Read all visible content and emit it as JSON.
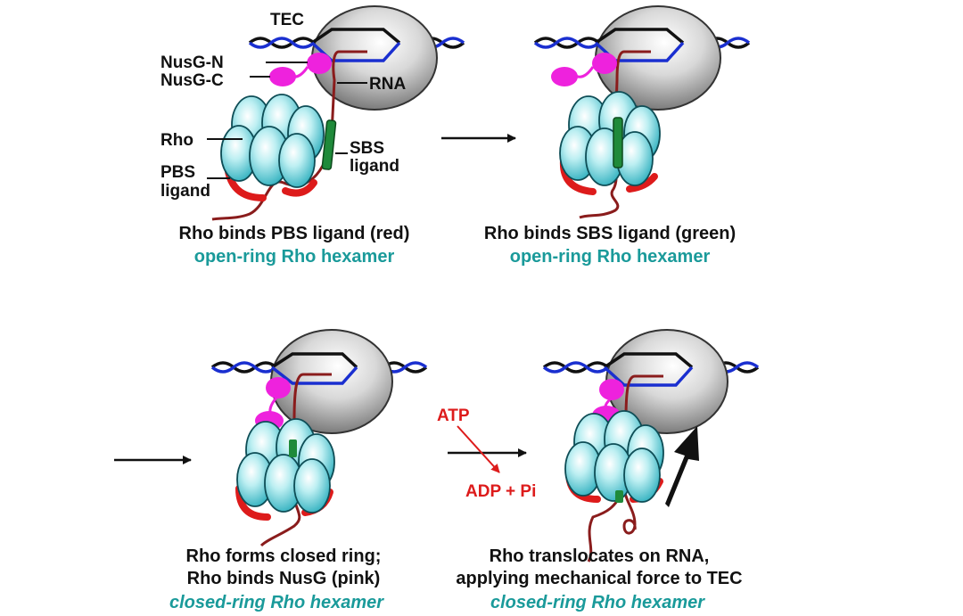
{
  "colors": {
    "caption_accent": "#1a9a9a",
    "rho_body": "#5bc8d4",
    "pbs_ligand": "#dd1b1b",
    "sbs_ligand": "#1f8a3a",
    "nusg": "#ee22dd",
    "rna": "#8a1c1c",
    "dna_strand_a": "#111111",
    "dna_strand_b": "#1a2fd0",
    "tec": "#9a9a9a",
    "atp_text": "#dd1b1b"
  },
  "labels": {
    "tec": "TEC",
    "nusg_n": "NusG-N",
    "nusg_c": "NusG-C",
    "rna": "RNA",
    "rho": "Rho",
    "pbs_1": "PBS",
    "pbs_2": "ligand",
    "sbs_1": "SBS",
    "sbs_2": "ligand",
    "atp": "ATP",
    "adp": "ADP + Pi"
  },
  "panels": [
    {
      "caption": "Rho binds PBS ligand (red)",
      "subcaption": "open-ring Rho hexamer"
    },
    {
      "caption": "Rho binds SBS ligand (green)",
      "subcaption": "open-ring Rho hexamer"
    },
    {
      "caption_1": "Rho forms closed ring;",
      "caption_2": "Rho binds NusG (pink)",
      "subcaption": "closed-ring Rho hexamer"
    },
    {
      "caption_1": "Rho translocates on RNA,",
      "caption_2": "applying mechanical force to TEC",
      "subcaption": "closed-ring Rho hexamer"
    }
  ]
}
